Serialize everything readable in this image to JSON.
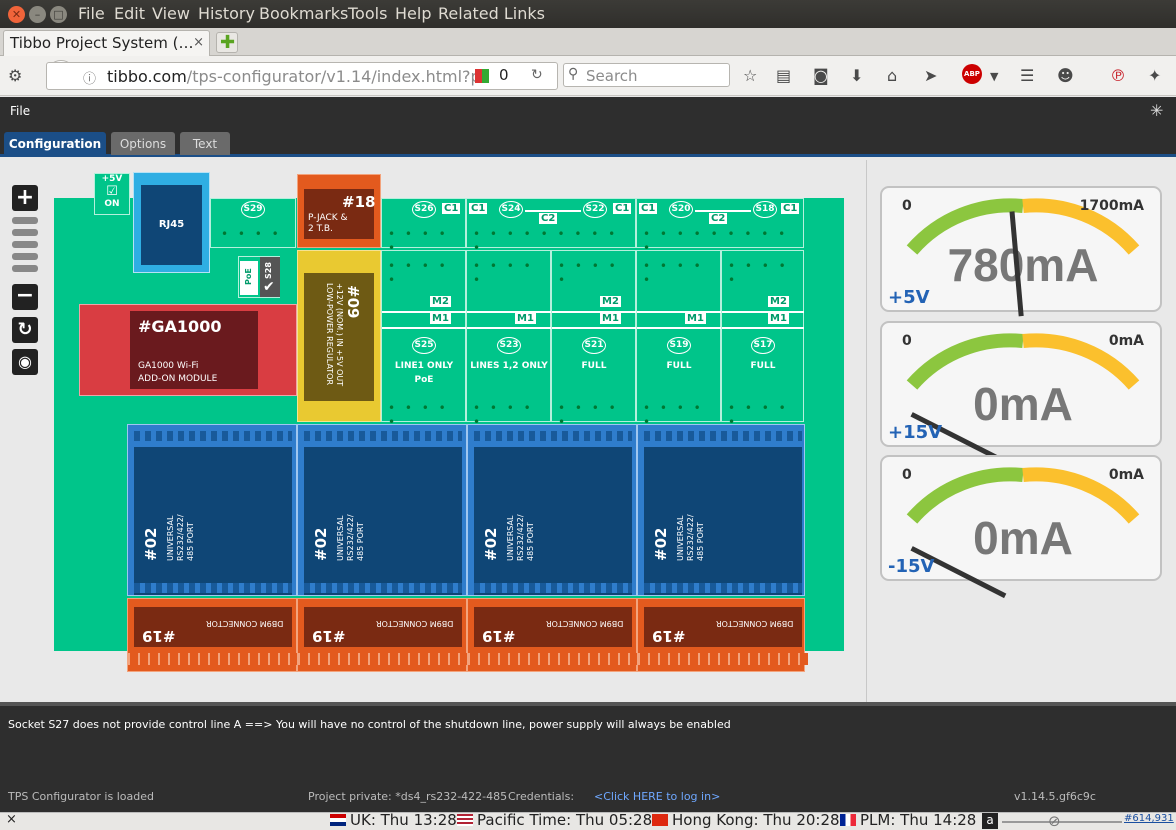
{
  "menu": [
    "File",
    "Edit",
    "View",
    "History",
    "Bookmarks",
    "Tools",
    "Help",
    "Related Links"
  ],
  "browser_tab": {
    "title": "Tibbo Project System (…",
    "close": "×"
  },
  "address": {
    "host": "tibbo.com",
    "path": "/tps-configurator/v1.14/index.html?p",
    "counter": "0"
  },
  "search": {
    "placeholder": "Search"
  },
  "app": {
    "file_menu": "File"
  },
  "app_tabs": [
    "Configuration",
    "Options",
    "Text"
  ],
  "board": {
    "s29": "S29",
    "rj45": "RJ45",
    "plus5v": "+5V",
    "on": "ON",
    "poe": "PoE",
    "s28": "S28",
    "ga_title": "#GA1000",
    "ga_line1": "GA1000 Wi-Fi",
    "ga_line2": "ADD-ON MODULE",
    "t18": "#18",
    "t18_line1": "P-JACK &",
    "t18_line2": "2 T.B.",
    "t09": "#09",
    "t09_desc": "+12V (NOM.) IN +5V OUT LOW-POWER REGULATOR",
    "top_sockets": [
      "S26",
      "S24",
      "S22",
      "S20",
      "S18"
    ],
    "c1": "C1",
    "c2": "C2",
    "m1": "M1",
    "m2": "M2",
    "mid_sockets": [
      {
        "id": "S25",
        "line1": "LINE1 ONLY",
        "line2": "PoE"
      },
      {
        "id": "S23",
        "line1": "LINES 1,2 ONLY",
        "line2": ""
      },
      {
        "id": "S21",
        "line1": "FULL",
        "line2": ""
      },
      {
        "id": "S19",
        "line1": "FULL",
        "line2": ""
      },
      {
        "id": "S17",
        "line1": "FULL",
        "line2": ""
      }
    ],
    "uart_num": "#02",
    "uart_line1": "UNIVERSAL",
    "uart_line2": "RS232/422/",
    "uart_line3": "485 PORT",
    "db9_num": "#19",
    "db9_label": "DB9M CONNECTOR"
  },
  "meters": [
    {
      "min": "0",
      "max": "1700mA",
      "value": "780mA",
      "voltage": "+5V",
      "level": 0.46
    },
    {
      "min": "0",
      "max": "0mA",
      "value": "0mA",
      "voltage": "+15V",
      "level": 0
    },
    {
      "min": "0",
      "max": "0mA",
      "value": "0mA",
      "voltage": "-15V",
      "level": 0
    }
  ],
  "message": "Socket S27 does not provide control line A ==> You will have no control of the shutdown line, power supply will always be enabled",
  "status": {
    "loaded": "TPS Configurator is loaded",
    "project": "Project private:  *ds4_rs232-422-485",
    "credentials_label": "Credentials:",
    "login_link": "<Click HERE to log in>",
    "version": "v1.14.5.gf6c9c"
  },
  "addon": {
    "uk": "UK: Thu 13:28",
    "pacific": "Pacific Time: Thu 05:28",
    "hongkong": "Hong Kong: Thu 20:28",
    "plm": "PLM: Thu 14:28",
    "counter": "#614,931"
  }
}
